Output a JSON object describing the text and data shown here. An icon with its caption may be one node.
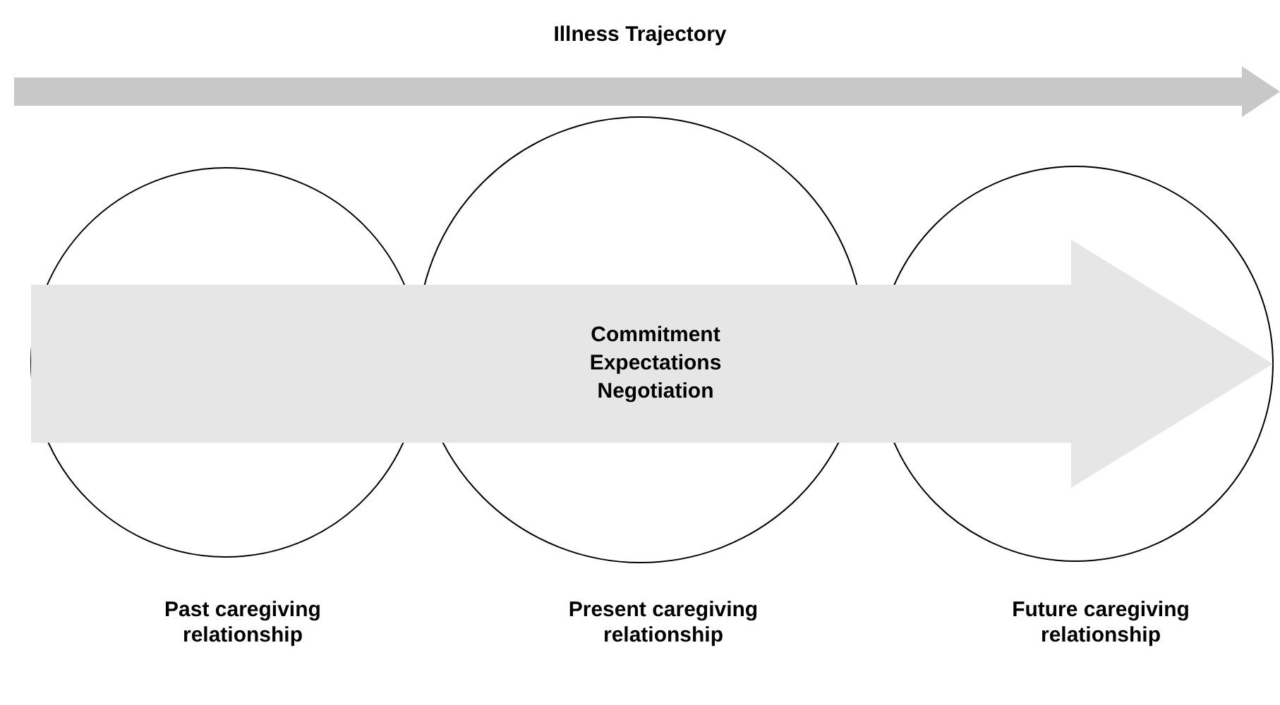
{
  "diagram": {
    "nodes": [
      {
        "text": [
          "Past caregiving relationship"
        ]
      },
      {
        "text": [
          "Present caregiving relationship"
        ]
      },
      {
        "text": [
          "Future caregiving relationship"
        ]
      }
    ],
    "edges": [
      {
        "from": 0,
        "to": 2,
        "arrow": "to",
        "style": "thick"
      }
    ],
    "labels": [
      "Illness Trajectory",
      "Commitment",
      "Expectations",
      "Negotiation"
    ]
  }
}
